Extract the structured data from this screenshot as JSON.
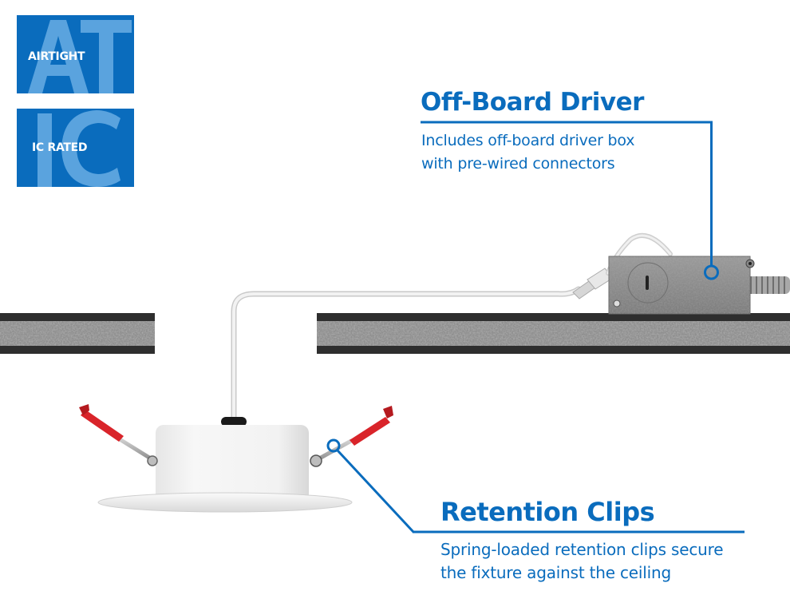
{
  "badges": [
    {
      "big": "AT",
      "label": "AIRTIGHT"
    },
    {
      "big": "IC",
      "label": "IC RATED"
    }
  ],
  "callouts": {
    "driver": {
      "title": "Off-Board Driver",
      "desc_line1": "Includes off-board driver box",
      "desc_line2": "with pre-wired connectors"
    },
    "clips": {
      "title": "Retention Clips",
      "desc_line1": "Spring-loaded retention clips secure",
      "desc_line2": "the fixture against the ceiling"
    }
  },
  "colors": {
    "brand_blue": "#0a6cbd",
    "badge_letter": "#5aa3de",
    "clip_red": "#d9242a",
    "ceiling_dark": "#2e2e2e",
    "ceiling_core": "#8f8f8f",
    "driver_box": "#8a8a8a"
  }
}
